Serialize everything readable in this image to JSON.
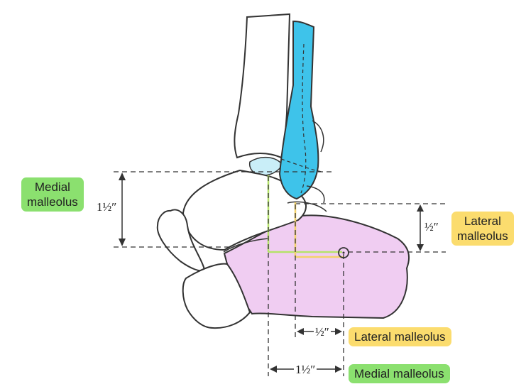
{
  "labels": {
    "medial_left": [
      "Medial",
      "malleolus"
    ],
    "lateral_right": [
      "Lateral",
      "malleolus"
    ],
    "lateral_bottom": "Lateral malleolus",
    "medial_bottom": "Medial malleolus"
  },
  "dimensions": {
    "vertical_medial": "1½″",
    "vertical_lateral": "½″",
    "horizontal_lateral": "½″",
    "horizontal_medial": "1½″"
  },
  "colors": {
    "fibula": "#3ec3ea",
    "talar_dome": "#c9eef8",
    "calcaneus": "#f0cdf2",
    "label_green": "#8be06f",
    "label_yellow": "#fbdc6e",
    "medial_guide": "#b5e36a",
    "lateral_guide": "#f3d26b"
  }
}
